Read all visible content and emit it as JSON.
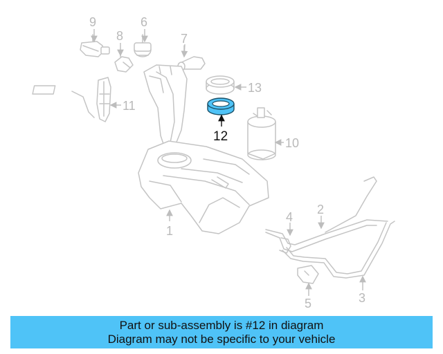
{
  "diagram": {
    "highlight_color": "#4fc3f7",
    "callouts": [
      "1",
      "2",
      "3",
      "4",
      "5",
      "6",
      "7",
      "8",
      "9",
      "10",
      "11",
      "12",
      "13"
    ],
    "highlighted_callout": "12"
  },
  "banner": {
    "line1": "Part or sub-assembly is #12 in diagram",
    "line2": "Diagram may not be specific to your vehicle",
    "background": "#4fc3f7"
  }
}
